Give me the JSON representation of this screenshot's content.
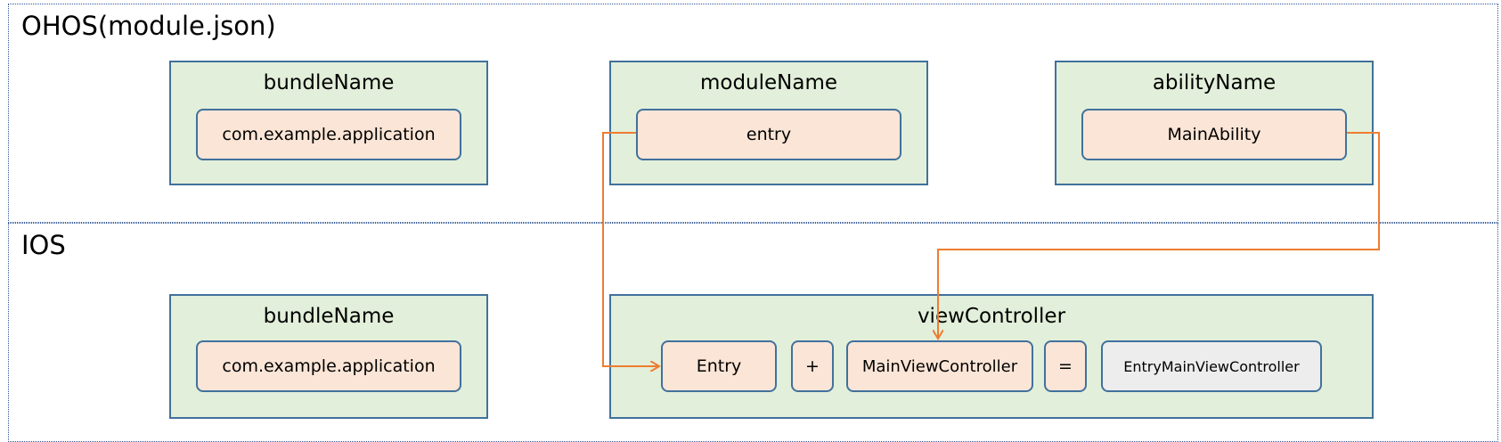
{
  "ohos": {
    "title": "OHOS(module.json)",
    "bundle": {
      "title": "bundleName",
      "value": "com.example.application"
    },
    "module": {
      "title": "moduleName",
      "value": "entry"
    },
    "ability": {
      "title": "abilityName",
      "value": "MainAbility"
    }
  },
  "ios": {
    "title": "IOS",
    "bundle": {
      "title": "bundleName",
      "value": "com.example.application"
    },
    "view_controller": {
      "title": "viewController",
      "entry": "Entry",
      "plus": "+",
      "main_view_controller": "MainViewController",
      "equals": "=",
      "result": "EntryMainViewController"
    }
  },
  "colors": {
    "group_fill": "#e2efda",
    "box_fill": "#fbe5d6",
    "result_fill": "#ededed",
    "border": "#41719c",
    "arrow": "#ed7d31",
    "section_border": "#2f5597"
  }
}
